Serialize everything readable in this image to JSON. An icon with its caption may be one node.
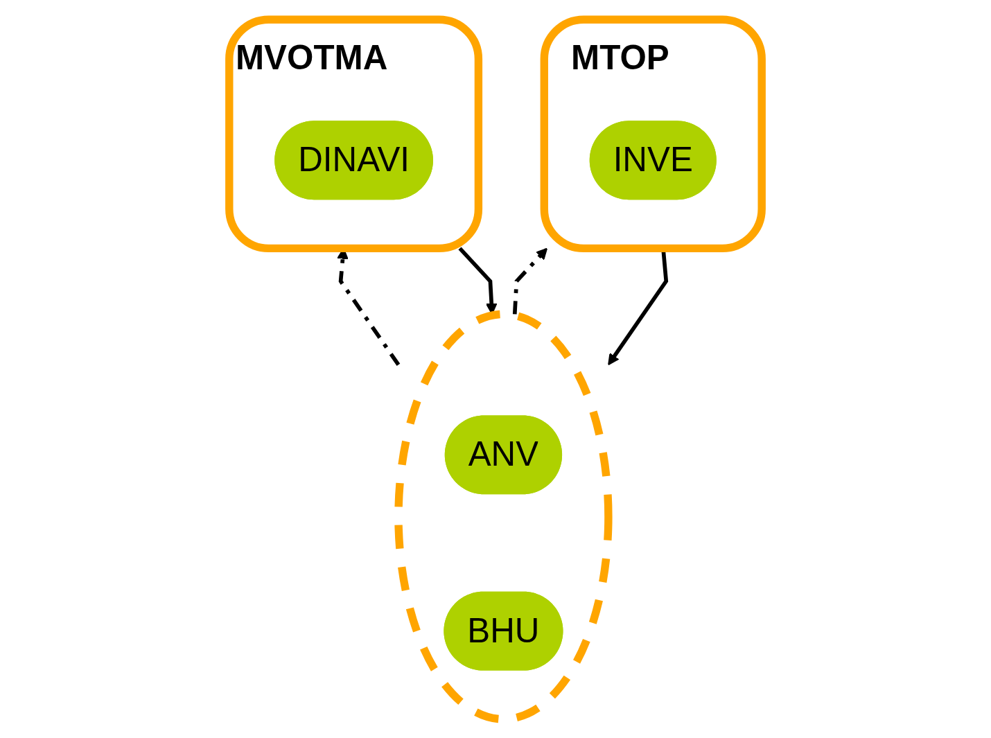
{
  "diagram": {
    "nodes": [
      {
        "text": [
          "MVOTMA"
        ]
      },
      {
        "text": [
          "DINAVI"
        ],
        "in": 0
      },
      {
        "text": [
          "MTOP"
        ]
      },
      {
        "text": [
          "INVE"
        ],
        "in": 2
      },
      {
        "text": [],
        "shape": "circle"
      },
      {
        "text": [
          "BHU"
        ],
        "in": 4
      },
      {
        "text": [
          "ANV"
        ],
        "in": 4
      }
    ],
    "edges": [
      {
        "from": 0,
        "to": 4,
        "arrow": "to"
      },
      {
        "from": 4,
        "to": 0,
        "arrow": "to",
        "style": "dashed"
      },
      {
        "from": 2,
        "to": 4,
        "arrow": "to"
      },
      {
        "from": 4,
        "to": 2,
        "arrow": "to",
        "style": "dashed"
      }
    ]
  }
}
